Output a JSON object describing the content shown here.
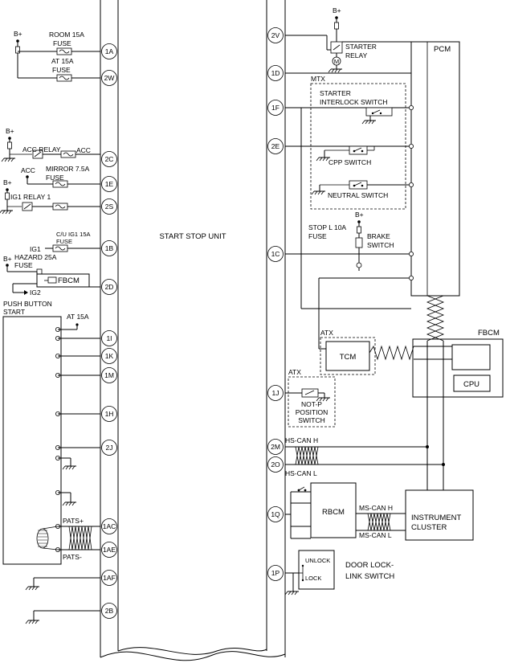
{
  "modules": {
    "ssu": "START STOP UNIT",
    "pcm": "PCM",
    "fbcm": "FBCM",
    "cpu": "CPU",
    "tcm": "TCM",
    "rbcm": "RBCM",
    "cluster_line1": "INSTRUMENT",
    "cluster_line2": "CLUSTER",
    "push_button_line1": "PUSH BUTTON",
    "push_button_line2": "START",
    "small_fbcm": "FBCM"
  },
  "left_pins": [
    "1A",
    "2W",
    "2C",
    "1E",
    "2S",
    "1B",
    "2D",
    "1I",
    "1K",
    "1M",
    "1H",
    "2J",
    "1AC",
    "1AE",
    "1AF",
    "2B"
  ],
  "right_pins": [
    "2V",
    "1D",
    "1F",
    "2E",
    "1C",
    "1J",
    "2M",
    "2O",
    "1Q",
    "1P"
  ],
  "labels": {
    "bplus": "B+",
    "room_fuse_1": "ROOM 15A",
    "room_fuse_2": "FUSE",
    "at_fuse_1": "AT 15A",
    "at_fuse_2": "FUSE",
    "acc_relay": "ACC RELAY",
    "acc": "ACC",
    "acc2": "ACC",
    "mirror_1": "MIRROR 7.5A",
    "mirror_2": "FUSE",
    "ig1_relay": "IG1 RELAY 1",
    "cu_ig1_1": "C/U IG1 15A",
    "cu_ig1_2": "FUSE",
    "ig1": "IG1",
    "hazard_1": "HAZARD 25A",
    "hazard_2": "FUSE",
    "ig2": "IG2",
    "at15a": "AT 15A",
    "pats_plus": "PATS+",
    "pats_minus": "PATS-",
    "starter_1": "STARTER",
    "starter_2": "RELAY",
    "mtx": "MTX",
    "sis_1": "STARTER",
    "sis_2": "INTERLOCK SWITCH",
    "cpp": "CPP SWITCH",
    "neutral": "NEUTRAL SWITCH",
    "stop_1": "STOP L 10A",
    "stop_2": "FUSE",
    "brake_1": "BRAKE",
    "brake_2": "SWITCH",
    "atx": "ATX",
    "atx2": "ATX",
    "notp_1": "NOT-P",
    "notp_2": "POSITION",
    "notp_3": "SWITCH",
    "hscan_h": "HS-CAN H",
    "hscan_l": "HS-CAN L",
    "mscan_h": "MS-CAN H",
    "mscan_l": "MS-CAN L",
    "unlock": "UNLOCK",
    "lock": "LOCK",
    "door_1": "DOOR LOCK-",
    "door_2": "LINK SWITCH"
  }
}
